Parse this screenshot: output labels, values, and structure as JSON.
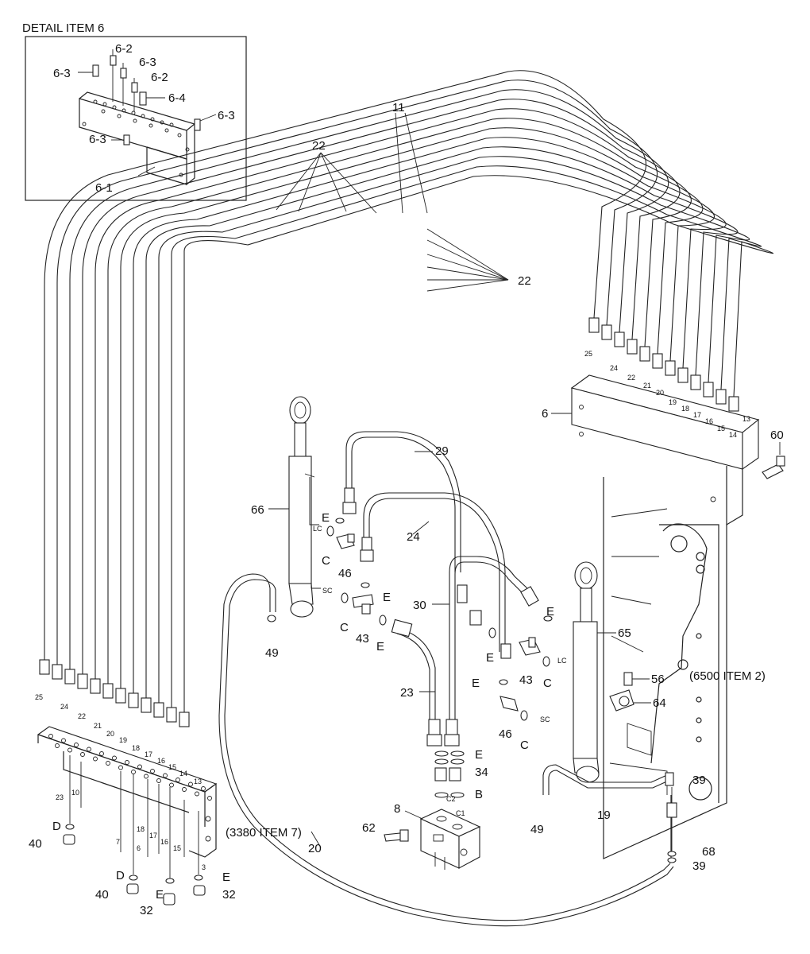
{
  "detail": {
    "title": "DETAIL ITEM 6",
    "labels": [
      "6-2",
      "6-3",
      "6-3",
      "6-2",
      "6-4",
      "6-3",
      "6-3",
      "6-1"
    ]
  },
  "callouts": {
    "c11": "11",
    "c22a": "22",
    "c22b": "22",
    "c6": "6",
    "c60": "60",
    "c29": "29",
    "c24": "24",
    "c66": "66",
    "c46a": "46",
    "c46b": "46",
    "c43a": "43",
    "c43b": "43",
    "c49a": "49",
    "c49b": "49",
    "c30": "30",
    "c23": "23",
    "c65": "65",
    "c56": "56",
    "c64": "64",
    "c34": "34",
    "c8": "8",
    "c62": "62",
    "c20": "20",
    "c19": "19",
    "c39a": "39",
    "c39b": "39",
    "c68": "68",
    "c40a": "40",
    "c40b": "40",
    "c32a": "32",
    "c32b": "32",
    "eA": "E",
    "eB": "E",
    "eC": "E",
    "eD": "E",
    "eE": "E",
    "eF": "E",
    "eG": "E",
    "eH": "E",
    "cA": "C",
    "cB": "C",
    "cC": "C",
    "cD": "C",
    "dA": "D",
    "dB": "D",
    "bA": "B",
    "ref6500": "(6500 ITEM 2)",
    "ref3380": "(3380 ITEM 7)"
  },
  "small_labels": {
    "lc1": "LC",
    "sc1": "SC",
    "lc2": "LC",
    "sc2": "SC",
    "c1": "C1",
    "c2": "C2",
    "right_ports": [
      "25",
      "24",
      "22",
      "21",
      "20",
      "19",
      "18",
      "17",
      "16",
      "15",
      "14",
      "13"
    ],
    "left_ports": [
      "25",
      "24",
      "22",
      "21",
      "20",
      "19",
      "18",
      "17",
      "16",
      "15",
      "14",
      "13"
    ],
    "left_lower": [
      "23",
      "10",
      "7",
      "6",
      "18",
      "17",
      "16",
      "15",
      "3"
    ]
  }
}
